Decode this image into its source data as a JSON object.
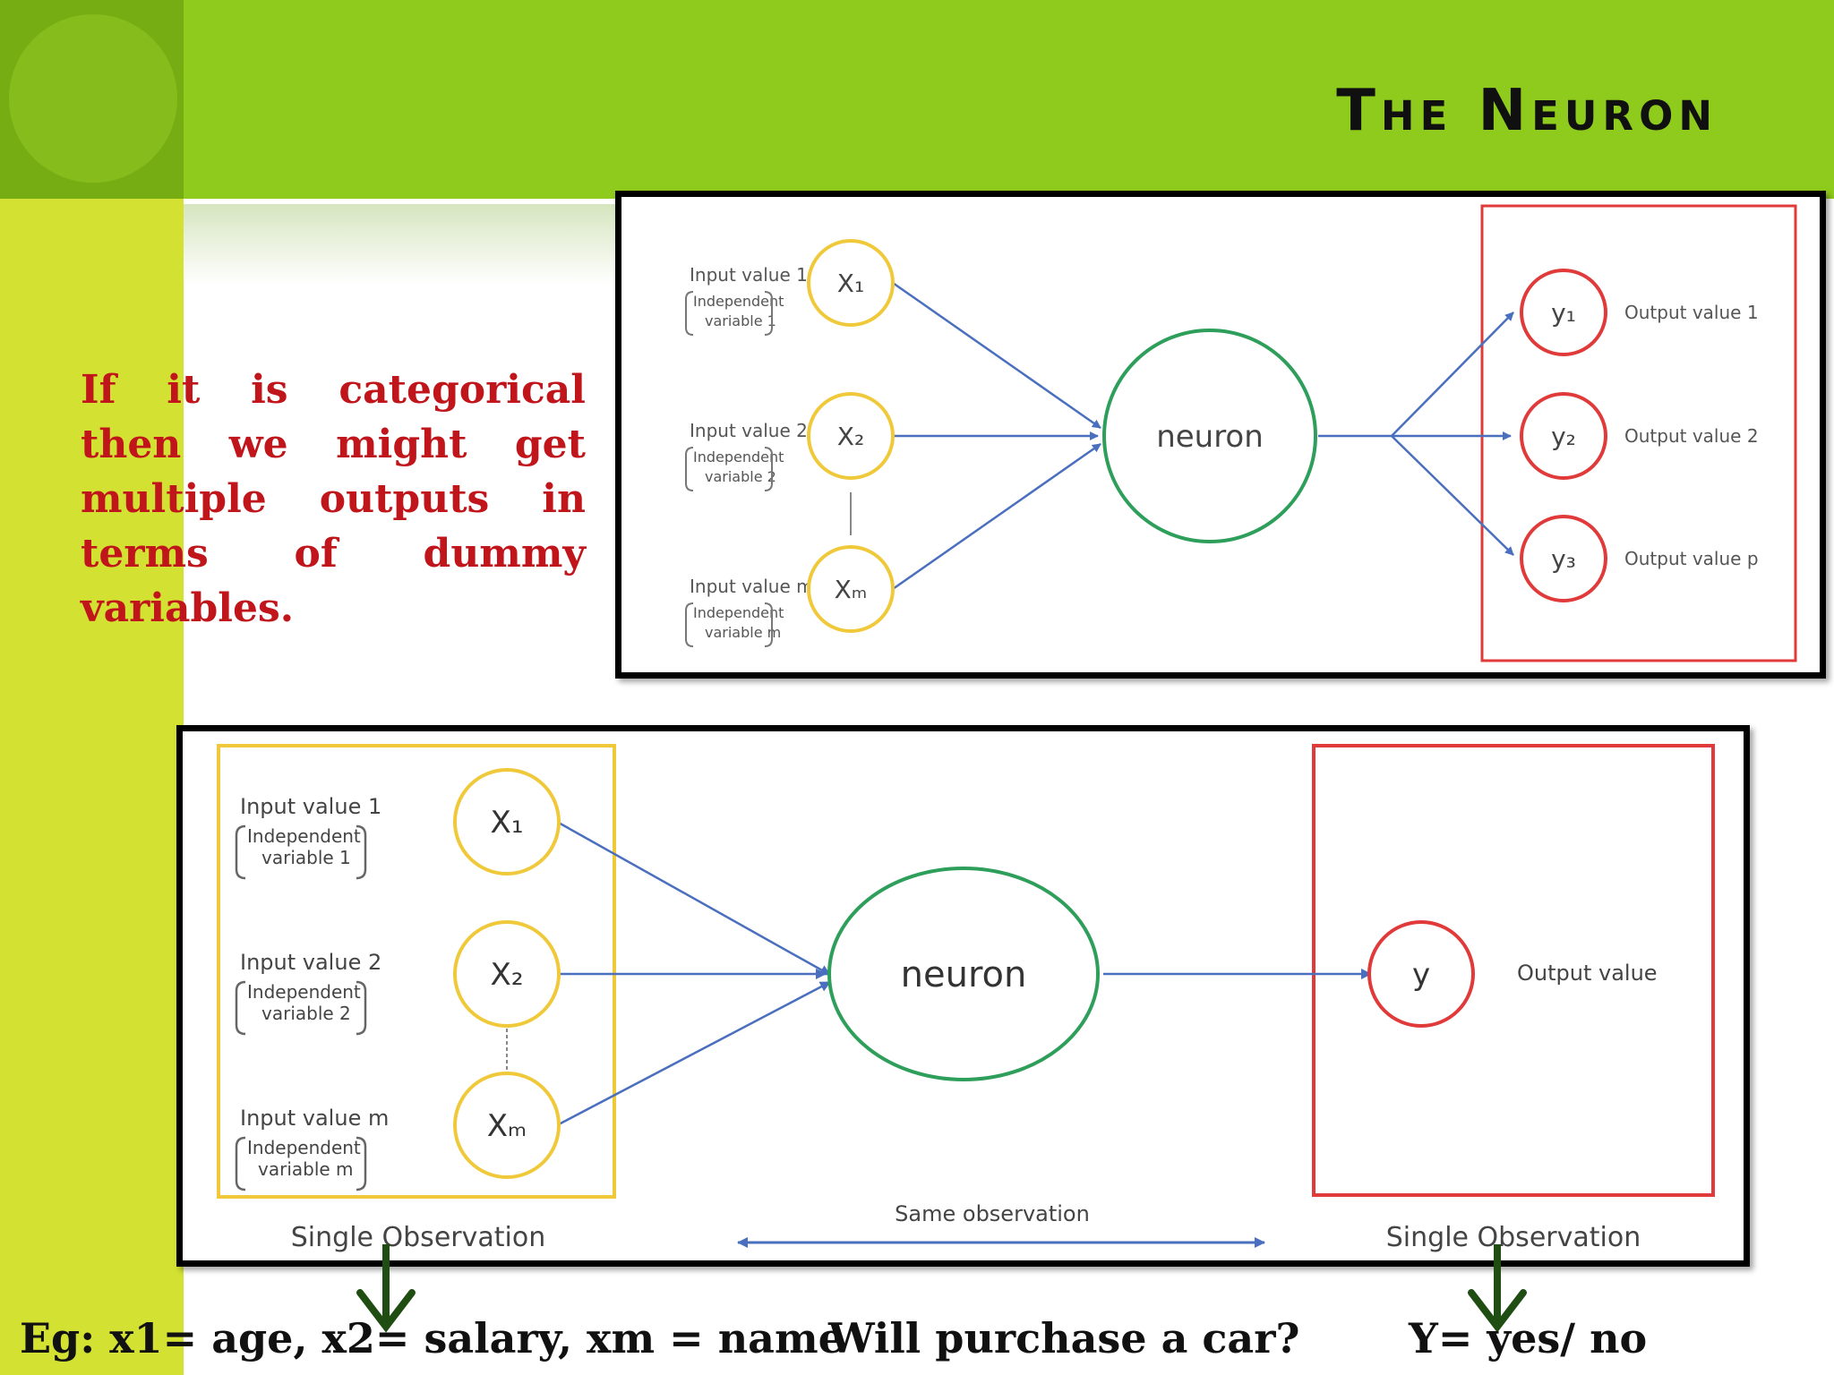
{
  "slide": {
    "title": "The Neuron"
  },
  "side_text": "If it is categorical then we might get multiple outputs in terms of dummy variables.",
  "colors": {
    "header_green": "#8fcb1c",
    "left_bar": "#d3e133",
    "accent_red": "#c0151b",
    "input_yellow": "#f0c93a",
    "neuron_green": "#2e9e5b",
    "output_red": "#e03a3a",
    "edge_blue": "#4a6fbe"
  },
  "diagram_top": {
    "inputs": [
      {
        "label": "Input value 1",
        "sub1": "Independent",
        "sub2": "variable 1",
        "node": "X₁"
      },
      {
        "label": "Input value 2",
        "sub1": "Independent",
        "sub2": "variable 2",
        "node": "X₂"
      },
      {
        "label": "Input value m",
        "sub1": "Independent",
        "sub2": "variable m",
        "node": "Xₘ"
      }
    ],
    "neuron": "neuron",
    "outputs": [
      {
        "node": "y₁",
        "label": "Output value 1"
      },
      {
        "node": "y₂",
        "label": "Output value 2"
      },
      {
        "node": "y₃",
        "label": "Output value p"
      }
    ]
  },
  "diagram_bottom": {
    "inputs": [
      {
        "label": "Input value 1",
        "sub1": "Independent",
        "sub2": "variable 1",
        "node": "X₁"
      },
      {
        "label": "Input value 2",
        "sub1": "Independent",
        "sub2": "variable 2",
        "node": "X₂"
      },
      {
        "label": "Input value m",
        "sub1": "Independent",
        "sub2": "variable m",
        "node": "Xₘ"
      }
    ],
    "neuron": "neuron",
    "output": {
      "node": "y",
      "label": "Output value"
    },
    "left_caption": "Single Observation",
    "right_caption": "Single Observation",
    "middle_caption": "Same observation"
  },
  "footer": {
    "example": "Eg: x1= age, x2= salary, xm = name",
    "question": "Will purchase a car?",
    "answer": "Y= yes/ no"
  }
}
